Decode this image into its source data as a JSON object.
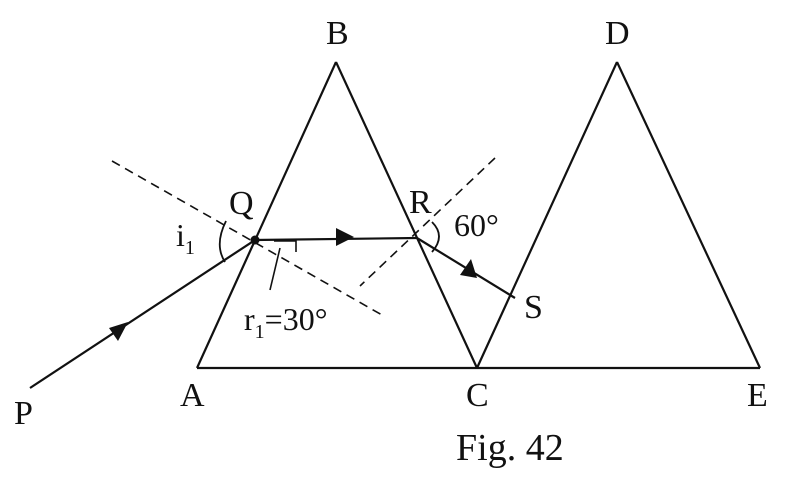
{
  "labels": {
    "A": "A",
    "B": "B",
    "C": "C",
    "D": "D",
    "E": "E",
    "P": "P",
    "Q": "Q",
    "R": "R",
    "S": "S"
  },
  "angles": {
    "incidence": {
      "main": "i",
      "sub": "1"
    },
    "refraction": {
      "main": "r",
      "sub": "1",
      "value": "=30°"
    },
    "emergent": "60°"
  },
  "caption": "Fig. 42",
  "colors": {
    "ink": "#111111",
    "background": "#ffffff"
  }
}
